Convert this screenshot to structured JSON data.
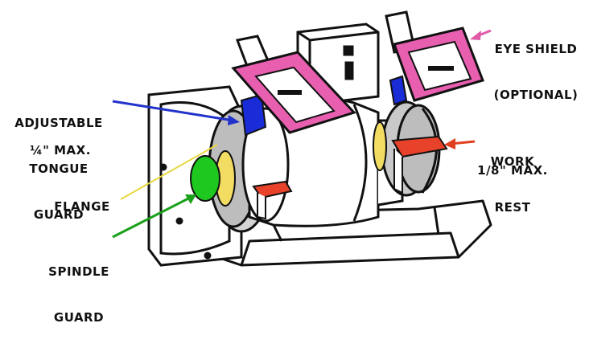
{
  "labels": {
    "eye_shield": [
      "EYE SHIELD",
      "(OPTIONAL)"
    ],
    "adjustable_tongue_guard": [
      "ADJUSTABLE",
      "TONGUE",
      "GUARD"
    ],
    "tongue_guard_max": "¼\" MAX.",
    "work_rest": [
      "WORK",
      "REST"
    ],
    "work_rest_max": "1/8\" MAX.",
    "flange": "FLANGE",
    "spindle_guard": [
      "SPINDLE",
      "GUARD"
    ]
  },
  "colors": {
    "eye_shield": "#e85fb0",
    "tongue_guard": "#1a2bd8",
    "work_rest": "#e8432a",
    "flange": "#f2dd62",
    "spindle_guard": "#1ec81e",
    "arrow_eye_shield": "#e05aa8",
    "arrow_tongue": "#2233cc",
    "arrow_work_rest": "#e04020",
    "arrow_flange": "#e8d840",
    "arrow_spindle": "#1aa01a",
    "outline": "#111111",
    "wheel_face": "#bdbdbd"
  }
}
